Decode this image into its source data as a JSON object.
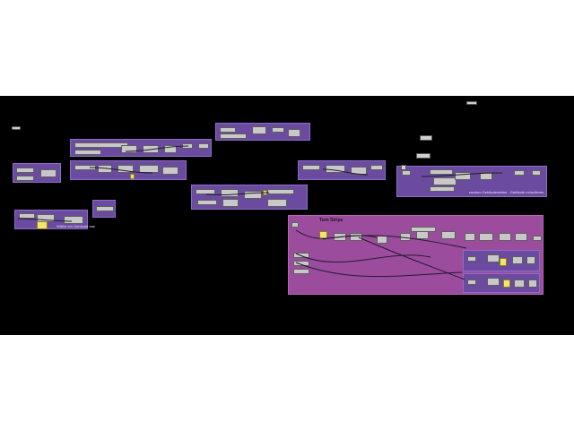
{
  "window": {
    "title": ""
  },
  "groups": {
    "turn_strips": {
      "title": "Turn Strips"
    },
    "right_panel": {
      "note": "random Gebäudewinkel - Gebäude extrudieren"
    },
    "left_bottom": {
      "note": "Wähle ein Gebäude aus"
    }
  },
  "colors": {
    "canvas": "#000000",
    "group_purple": "#6a4ba0",
    "group_pink": "#9c4c9c",
    "node_light": "#c8c8c8",
    "node_yellow": "#f2e56a"
  }
}
